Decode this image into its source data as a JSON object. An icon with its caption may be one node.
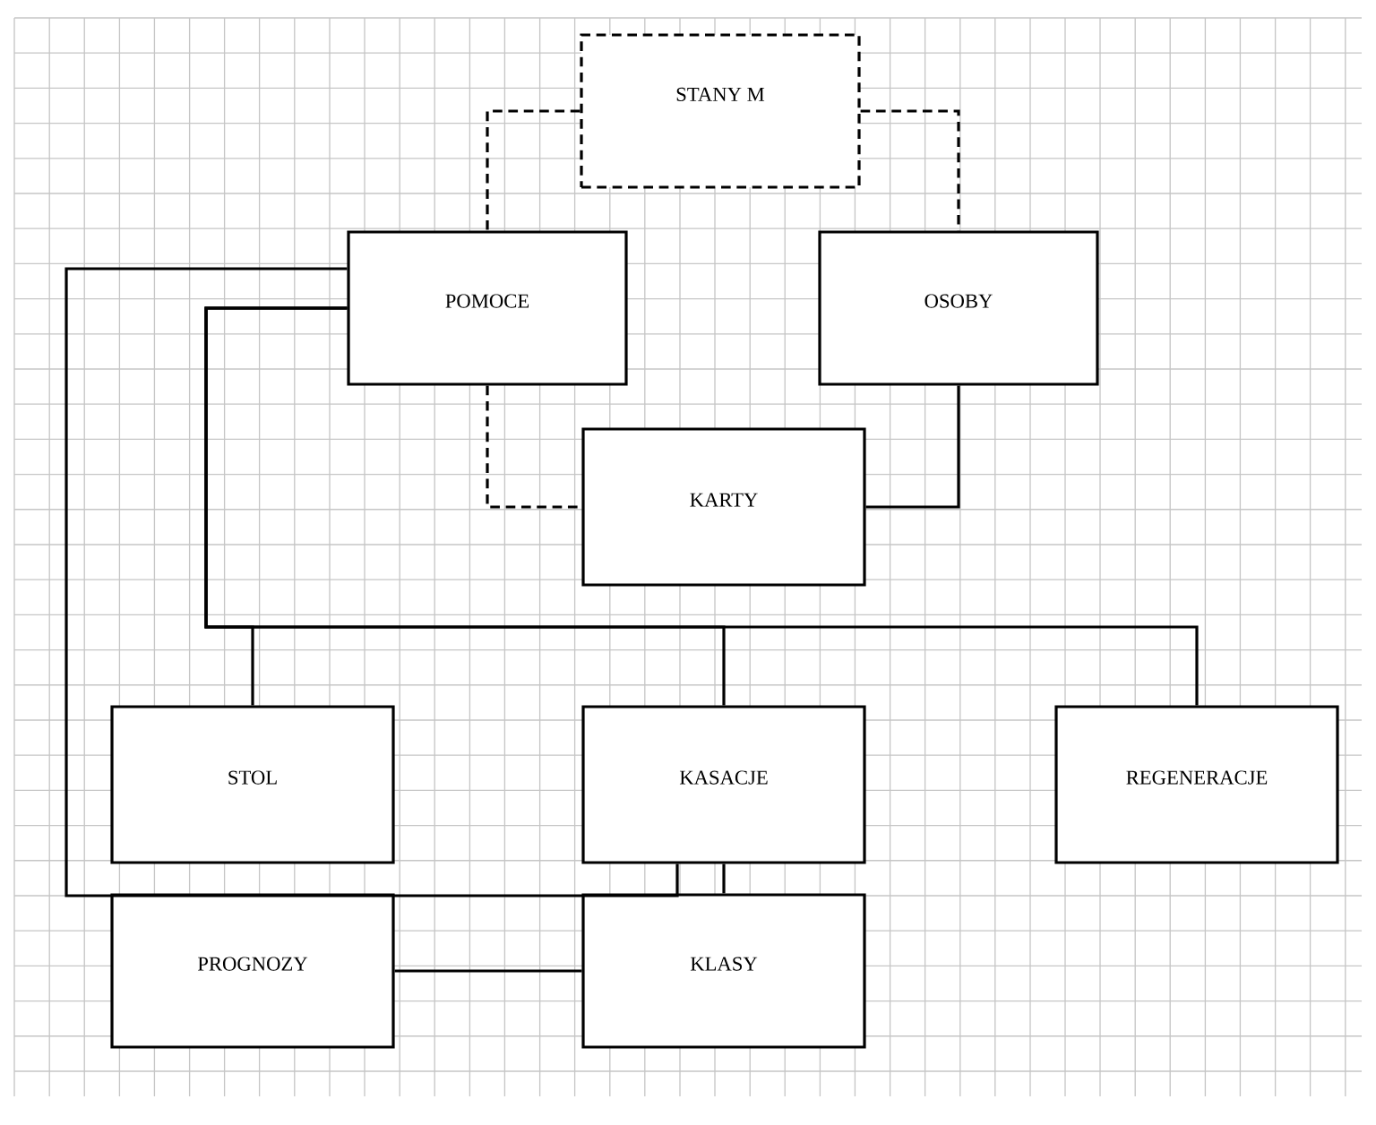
{
  "diagram": {
    "nodes": [
      {
        "text": [
          "STANY M"
        ]
      },
      {
        "text": [
          "POMOCE"
        ]
      },
      {
        "text": [
          "OSOBY"
        ]
      },
      {
        "text": [
          "KARTY"
        ]
      },
      {
        "text": [
          "STOL"
        ]
      },
      {
        "text": [
          "KASACJE"
        ]
      },
      {
        "text": [
          "REGENERACJE"
        ]
      },
      {
        "text": [
          "PROGNOZY"
        ]
      },
      {
        "text": [
          "KLASY"
        ]
      }
    ],
    "edges": [
      {
        "from": 0,
        "to": 1,
        "arrow": "none",
        "style": "dashed"
      },
      {
        "from": 0,
        "to": 2,
        "arrow": "none",
        "style": "dashed"
      },
      {
        "from": 1,
        "to": 3,
        "arrow": "none",
        "style": "dashed"
      },
      {
        "from": 2,
        "to": 3,
        "arrow": "none"
      },
      {
        "from": 1,
        "to": 5,
        "arrow": "none"
      },
      {
        "from": 1,
        "to": 4,
        "arrow": "none"
      },
      {
        "from": 1,
        "to": 5,
        "arrow": "none"
      },
      {
        "from": 1,
        "to": 6,
        "arrow": "none"
      },
      {
        "from": 5,
        "to": 8,
        "arrow": "none"
      },
      {
        "from": 7,
        "to": 8,
        "arrow": "none"
      }
    ]
  }
}
